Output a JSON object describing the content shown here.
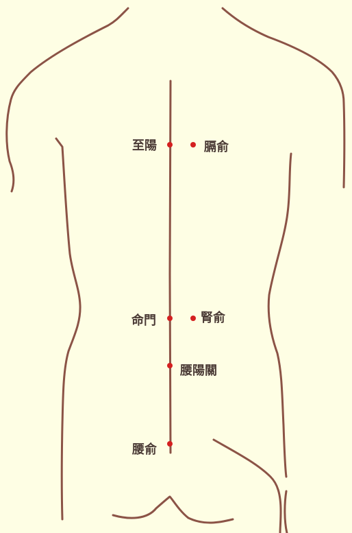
{
  "colors": {
    "background": "#fefee4",
    "outline": "#8b5346",
    "acupoint": "#d42020",
    "label_text": "#4a3a35"
  },
  "acupoints": {
    "zhiyang": "至陽",
    "geshu": "膈俞",
    "mingmen": "命門",
    "shenshu": "腎俞",
    "yaoyangguan": "腰陽關",
    "yaoshu": "腰俞"
  }
}
